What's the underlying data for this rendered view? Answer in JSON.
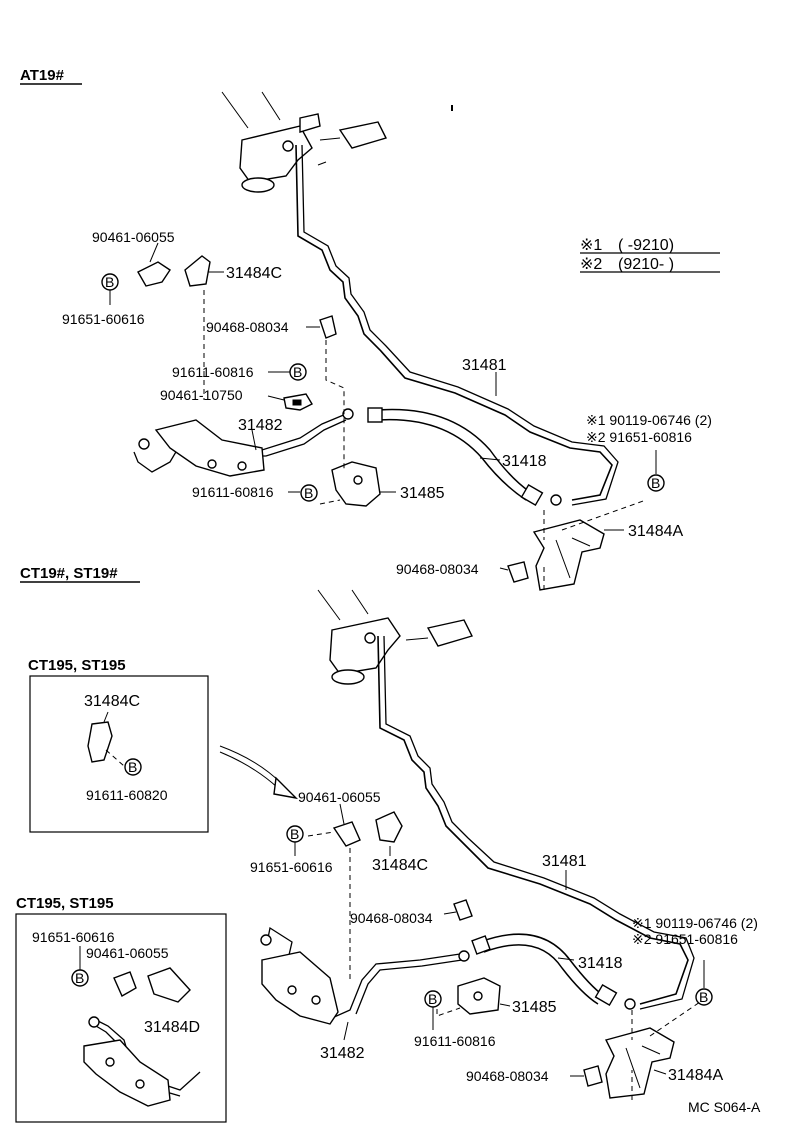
{
  "sections": {
    "top": "AT19#",
    "bottom": "CT19#, ST19#",
    "inset1": "CT195, ST195",
    "inset2": "CT195, ST195"
  },
  "legend": {
    "mark1_sym": "※1",
    "mark1_text": "(        -9210)",
    "mark2_sym": "※2",
    "mark2_text": "(9210-        )"
  },
  "circle_mark": "B",
  "labels_top": {
    "p90461_06055": "90461-06055",
    "p31484c": "31484C",
    "p91651_60616": "91651-60616",
    "p90468_08034a": "90468-08034",
    "p91611_60816a": "91611-60816",
    "p90461_10750": "90461-10750",
    "p31481": "31481",
    "p31482": "31482",
    "p31418": "31418",
    "p90119": "※1 90119-06746 (2)",
    "p91651_60816": "※2 91651-60816",
    "p91611_60816b": "91611-60816",
    "p31485": "31485",
    "p31484a": "31484A",
    "p90468_08034b": "90468-08034"
  },
  "labels_bottom": {
    "inset_31484c": "31484C",
    "inset_91611_60820": "91611-60820",
    "p90461_06055": "90461-06055",
    "p91651_60616": "91651-60616",
    "p31484c": "31484C",
    "p31481": "31481",
    "p90468_08034a": "90468-08034",
    "p90119": "※1  90119-06746 (2)",
    "p91651_60816": "※2  91651-60816",
    "p31418": "31418",
    "inset2_91651_60616": "91651-60616",
    "inset2_90461_06055": "90461-06055",
    "inset2_31484d": "31484D",
    "p31485": "31485",
    "p91611_60816": "91611-60816",
    "p31482": "31482",
    "p90468_08034b": "90468-08034",
    "p31484a": "31484A"
  },
  "footer_code": "MC S064-A"
}
